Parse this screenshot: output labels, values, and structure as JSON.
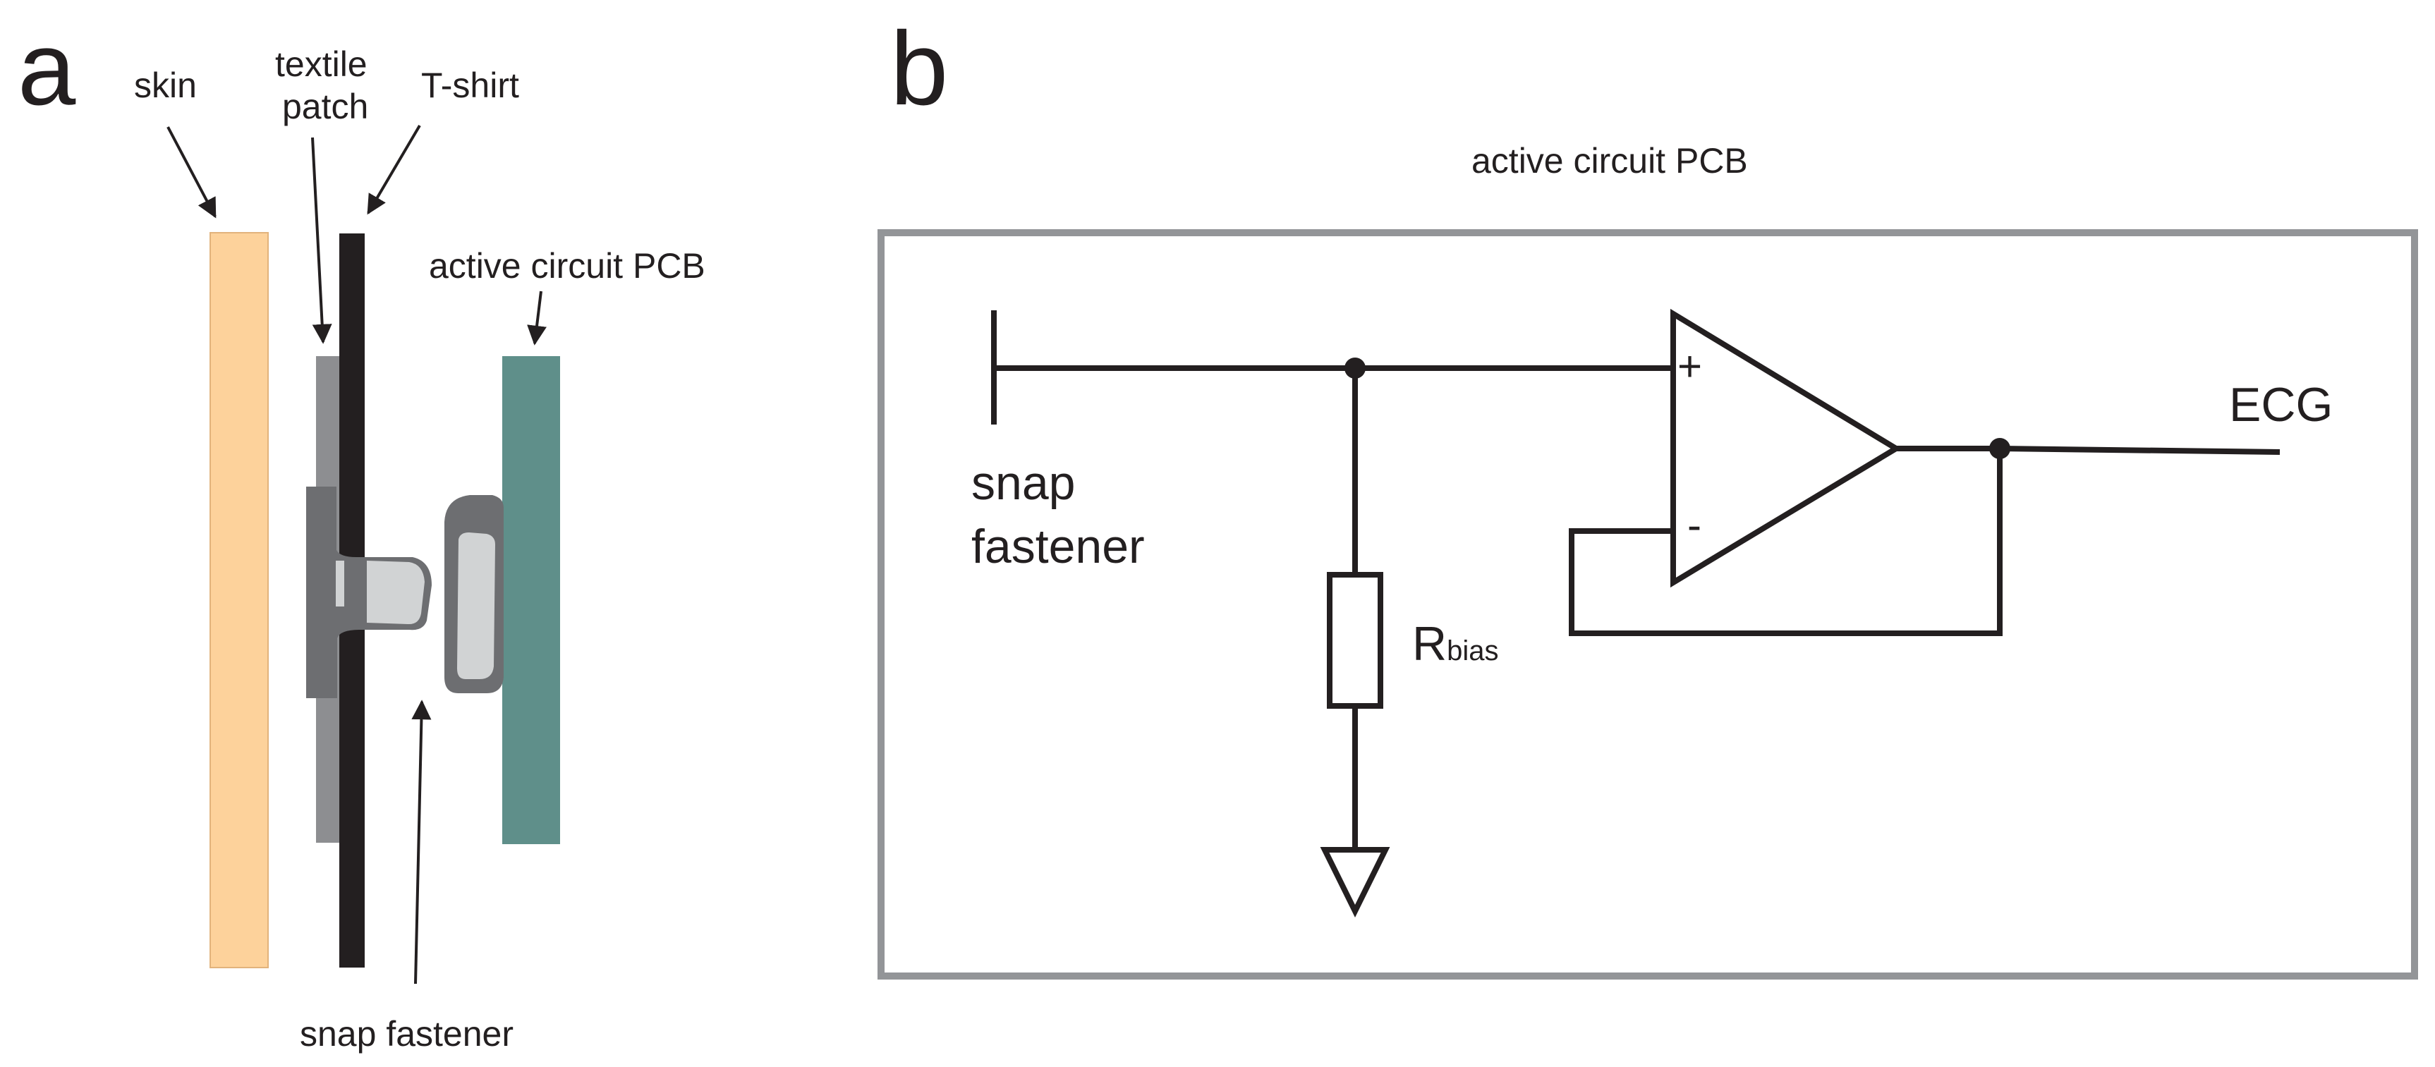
{
  "panel_a": {
    "letter": "a",
    "labels": {
      "skin": "skin",
      "textile_patch_1": "textile",
      "textile_patch_2": "patch",
      "tshirt": "T-shirt",
      "pcb": "active circuit PCB",
      "snap": "snap fastener"
    },
    "colors": {
      "skin": "#fdd29b",
      "textile_patch": "#8d8e91",
      "tshirt": "#231f20",
      "pcb": "#5f8f8a",
      "snap_dark": "#6d6e71",
      "snap_light": "#d1d3d4"
    }
  },
  "panel_b": {
    "letter": "b",
    "title": "active circuit PCB",
    "snap_label_1": "snap",
    "snap_label_2": "fastener",
    "resistor_main": "R",
    "resistor_sub": "bias",
    "plus": "+",
    "minus": "-",
    "output": "ECG",
    "colors": {
      "frame": "#939598",
      "wire": "#231f20"
    }
  }
}
